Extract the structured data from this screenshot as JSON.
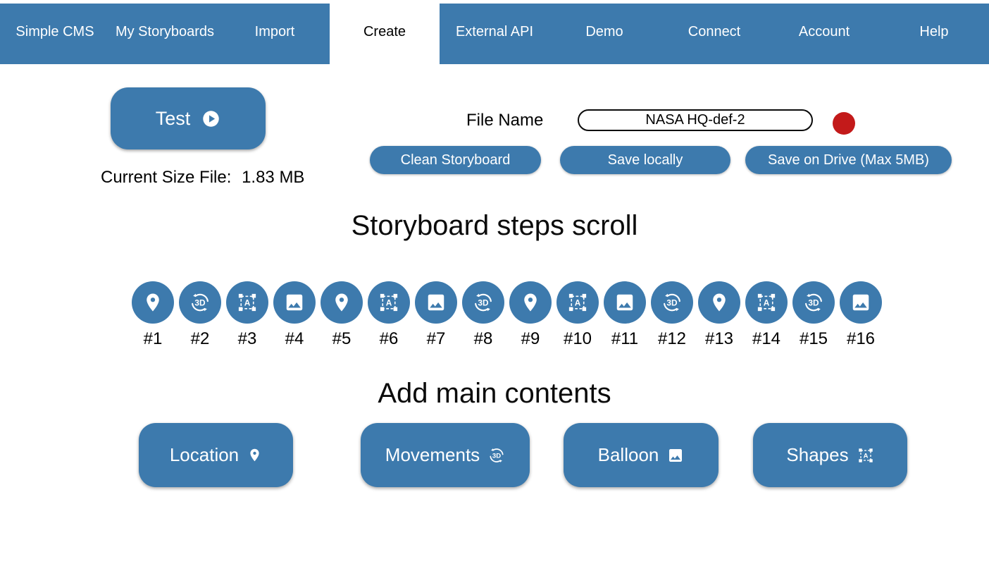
{
  "app": {
    "accent_color": "#3d7aad",
    "record_color": "#c31a1a"
  },
  "nav": {
    "items": [
      {
        "label": "Simple CMS"
      },
      {
        "label": "My Storyboards"
      },
      {
        "label": "Import"
      },
      {
        "label": "Create",
        "active": true
      },
      {
        "label": "External API"
      },
      {
        "label": "Demo"
      },
      {
        "label": "Connect"
      },
      {
        "label": "Account"
      },
      {
        "label": "Help"
      }
    ]
  },
  "toolbar": {
    "test_label": "Test",
    "test_icon": "play-circle-icon",
    "current_size_label": "Current Size File:",
    "current_size_value": "1.83 MB",
    "file_name_label": "File Name",
    "file_name_value": "NASA HQ-def-2",
    "record_indicator_icon": "recording-dot",
    "clean_storyboard_label": "Clean Storyboard",
    "save_locally_label": "Save locally",
    "save_drive_label": "Save on Drive (Max 5MB)"
  },
  "steps": {
    "title": "Storyboard steps scroll",
    "items": [
      {
        "label": "#1",
        "icon": "location-icon"
      },
      {
        "label": "#2",
        "icon": "rotation-3d-icon"
      },
      {
        "label": "#3",
        "icon": "shapes-icon"
      },
      {
        "label": "#4",
        "icon": "image-icon"
      },
      {
        "label": "#5",
        "icon": "location-icon"
      },
      {
        "label": "#6",
        "icon": "shapes-icon"
      },
      {
        "label": "#7",
        "icon": "image-icon"
      },
      {
        "label": "#8",
        "icon": "rotation-3d-icon"
      },
      {
        "label": "#9",
        "icon": "location-icon"
      },
      {
        "label": "#10",
        "icon": "shapes-icon"
      },
      {
        "label": "#11",
        "icon": "image-icon"
      },
      {
        "label": "#12",
        "icon": "rotation-3d-icon"
      },
      {
        "label": "#13",
        "icon": "location-icon"
      },
      {
        "label": "#14",
        "icon": "shapes-icon"
      },
      {
        "label": "#15",
        "icon": "rotation-3d-icon"
      },
      {
        "label": "#16",
        "icon": "image-icon"
      }
    ]
  },
  "contents": {
    "title": "Add main contents",
    "buttons": [
      {
        "label": "Location",
        "icon": "location-icon"
      },
      {
        "label": "Movements",
        "icon": "rotation-3d-icon"
      },
      {
        "label": "Balloon",
        "icon": "image-icon"
      },
      {
        "label": "Shapes",
        "icon": "shapes-icon"
      }
    ]
  }
}
